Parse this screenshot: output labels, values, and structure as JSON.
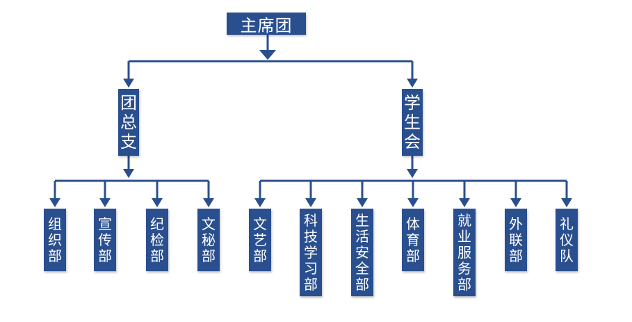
{
  "colors": {
    "node_fill": "#2a4f8f",
    "node_text": "#ffffff",
    "connector": "#2a4f8f"
  },
  "org": {
    "root": {
      "label": "主席团"
    },
    "branches": [
      {
        "label": "团总支",
        "children": [
          "组织部",
          "宣传部",
          "纪检部",
          "文秘部"
        ]
      },
      {
        "label": "学生会",
        "children": [
          "文艺部",
          "科技学习部",
          "生活安全部",
          "体育部",
          "就业服务部",
          "外联部",
          "礼仪队"
        ]
      }
    ]
  }
}
